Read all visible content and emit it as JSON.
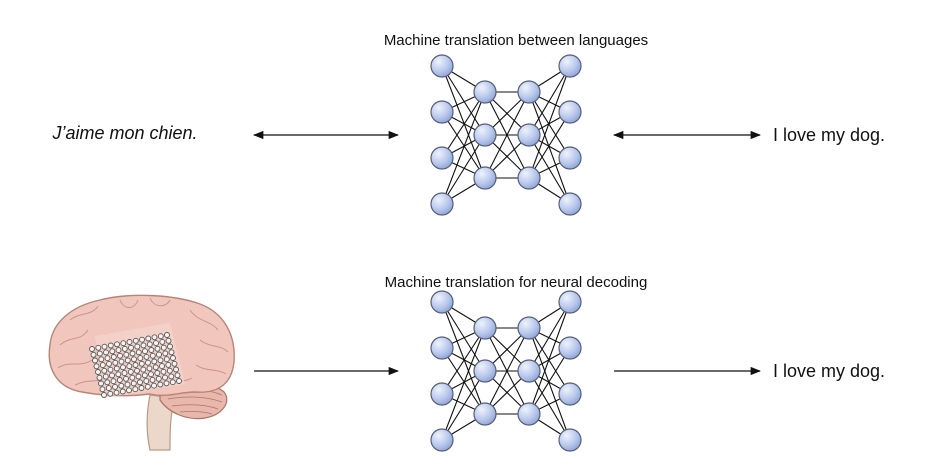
{
  "top": {
    "title": "Machine translation between languages",
    "source_sentence": "J’aime mon chien.",
    "target_sentence": "I love my dog."
  },
  "bottom": {
    "title": "Machine translation for neural decoding",
    "target_sentence": "I love my dog."
  },
  "network": {
    "layer_sizes": [
      4,
      3,
      3,
      4
    ],
    "node_fill": "#b9c8ec",
    "node_stroke": "#555f7a",
    "edge_color": "#111111"
  },
  "brain": {
    "tissue_color": "#f1c7bd",
    "outline_color": "#b88478",
    "electrode_rows": 9,
    "electrode_cols": 13
  }
}
